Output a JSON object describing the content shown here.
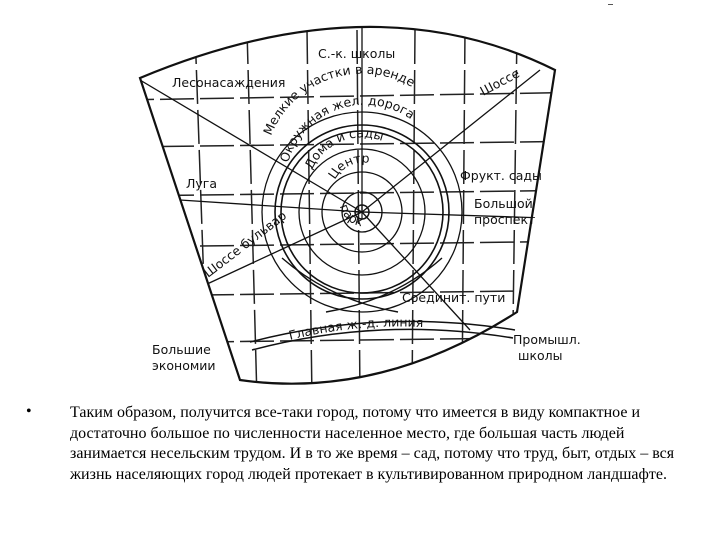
{
  "diagram": {
    "labels": {
      "schools": "С.-к. школы",
      "forest": "Лесонасаждения",
      "shosse_right": "Шоссе",
      "small_plots": "Мелкие участки в аренде",
      "ring_rail": "Окружная жел. дорога",
      "houses_gardens": "Дома и сады",
      "center": "Центр",
      "park": "парк",
      "fruit_gardens": "Фрукт. сады",
      "big_avenue_1": "Большой",
      "big_avenue_2": "проспект",
      "meadows": "Луга",
      "boulevard": "Шоссе бульвар",
      "connecting_tracks": "Соединит. пути",
      "main_rail": "Главная ж.-д. линия",
      "big_economies_1": "Большие",
      "big_economies_2": "экономии",
      "industrial_1": "Промышл.",
      "industrial_2": "школы"
    }
  },
  "text": {
    "bullet": "•",
    "paragraph": "Таким образом, получится все-таки город, потому что имеется в виду компактное и достаточно большое по численности населенное место, где большая часть людей занимается несельским трудом. И в то же время – сад, потому что труд, быт, отдых – вся жизнь населяющих город людей протекает в культивированном природном ландшафте."
  }
}
